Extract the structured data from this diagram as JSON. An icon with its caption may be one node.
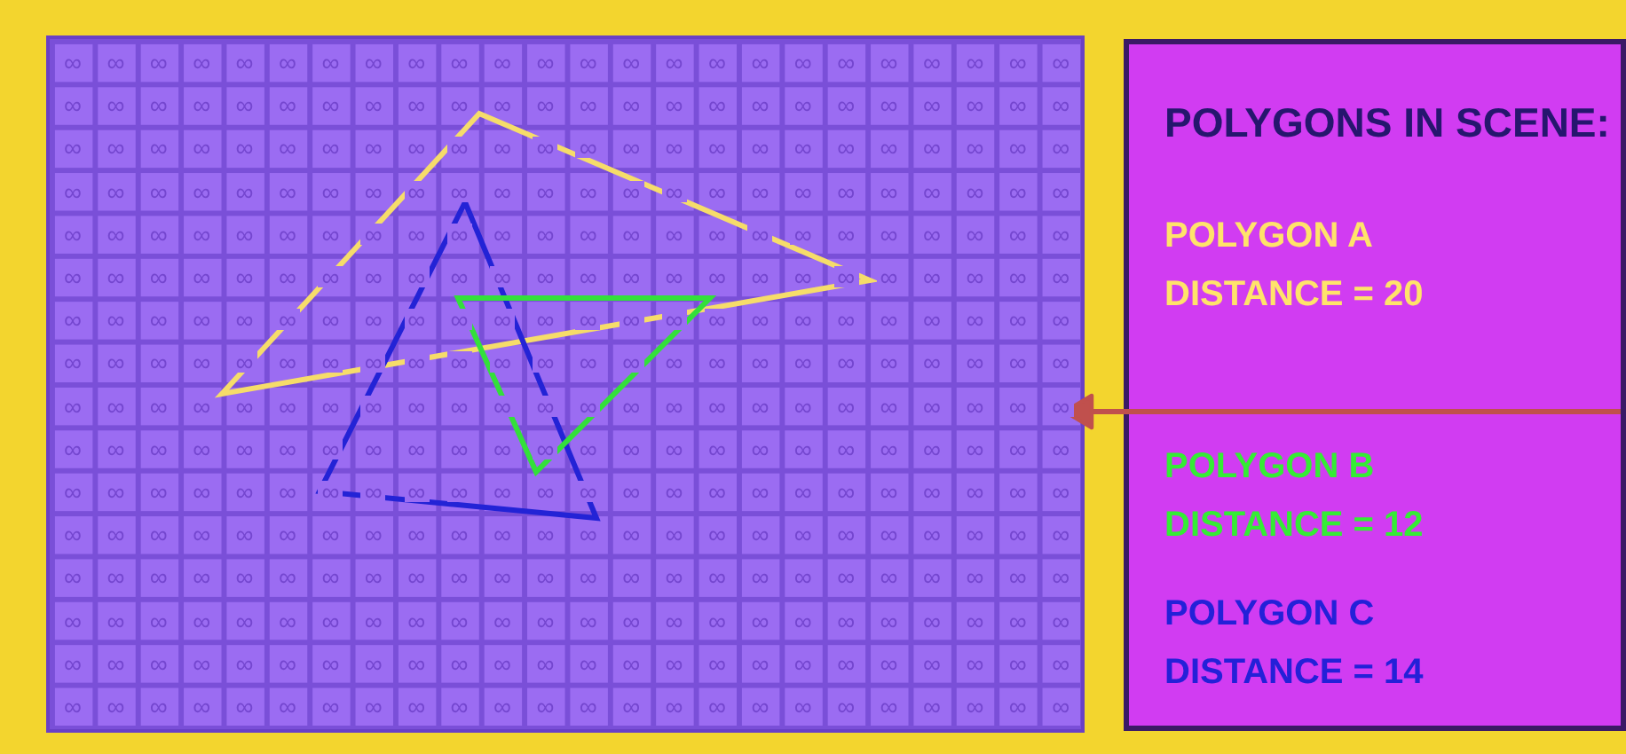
{
  "diagram": {
    "nodes": [
      {
        "text": [],
        "shape": "box"
      },
      {
        "text": [
          "POLYGONS IN SCENE:",
          "POLYGON A DISTANCE = 20",
          "POLYGON B DISTANCE = 12",
          "POLYGON C DISTANCE = 14"
        ]
      }
    ],
    "edges": [
      {
        "from": 1,
        "to": 0,
        "arrow": "to",
        "color": "#c0504d"
      }
    ],
    "labels": [
      "∞",
      "∞",
      "∞",
      "∞",
      "∞",
      "∞",
      "∞",
      "∞",
      "∞",
      "∞",
      "∞",
      "∞",
      "∞",
      "∞",
      "∞",
      "∞",
      "∞",
      "∞",
      "∞",
      "∞",
      "∞",
      "∞",
      "∞",
      "∞",
      "∞",
      "∞",
      "∞",
      "∞",
      "∞",
      "∞",
      "∞",
      "∞",
      "∞",
      "∞",
      "∞",
      "∞",
      "∞",
      "∞",
      "∞",
      "∞",
      "∞",
      "∞",
      "∞",
      "∞",
      "∞",
      "∞",
      "∞",
      "∞",
      "∞",
      "∞",
      "∞",
      "∞",
      "∞",
      "∞",
      "∞",
      "∞",
      "∞",
      "∞",
      "∞",
      "∞",
      "∞",
      "∞",
      "∞",
      "∞",
      "∞",
      "∞",
      "∞",
      "∞",
      "∞",
      "∞",
      "∞",
      "∞",
      "∞",
      "∞",
      "∞",
      "∞",
      "∞",
      "∞",
      "∞",
      "∞",
      "∞",
      "∞",
      "∞",
      "∞",
      "∞",
      "∞",
      "∞",
      "∞",
      "∞",
      "∞",
      "∞",
      "∞",
      "∞",
      "∞",
      "∞",
      "∞",
      "∞",
      "∞",
      "∞",
      "∞",
      "∞",
      "∞",
      "∞",
      "∞",
      "∞",
      "∞",
      "∞",
      "∞",
      "∞",
      "∞",
      "∞",
      "∞",
      "∞",
      "∞",
      "∞",
      "∞",
      "∞",
      "∞",
      "∞",
      "∞",
      "∞",
      "∞",
      "∞",
      "∞",
      "∞",
      "∞",
      "∞",
      "∞",
      "∞",
      "∞",
      "∞",
      "∞",
      "∞",
      "∞",
      "∞",
      "∞",
      "∞",
      "∞",
      "∞",
      "∞",
      "∞",
      "∞",
      "∞",
      "∞",
      "∞",
      "∞",
      "∞",
      "∞",
      "∞",
      "∞",
      "∞",
      "∞",
      "∞",
      "∞",
      "∞",
      "∞",
      "∞",
      "∞",
      "∞",
      "∞",
      "∞",
      "∞",
      "∞",
      "∞",
      "∞",
      "∞",
      "∞",
      "∞",
      "∞",
      "∞",
      "∞",
      "∞",
      "∞",
      "∞",
      "∞",
      "∞",
      "∞",
      "∞",
      "∞",
      "∞",
      "∞",
      "∞",
      "∞",
      "∞",
      "∞",
      "∞",
      "∞",
      "∞",
      "∞",
      "∞",
      "∞",
      "∞",
      "∞",
      "∞",
      "∞",
      "∞",
      "∞",
      "∞",
      "∞",
      "∞",
      "∞",
      "∞",
      "∞",
      "∞",
      "∞",
      "∞",
      "∞",
      "∞",
      "∞",
      "∞",
      "∞",
      "∞",
      "∞",
      "∞",
      "∞",
      "∞",
      "∞",
      "∞",
      "∞",
      "∞",
      "∞",
      "∞",
      "∞",
      "∞",
      "∞",
      "∞",
      "∞",
      "∞",
      "∞",
      "∞",
      "∞",
      "∞",
      "∞",
      "∞",
      "∞",
      "∞",
      "∞",
      "∞",
      "∞",
      "∞",
      "∞",
      "∞",
      "∞",
      "∞",
      "∞",
      "∞",
      "∞",
      "∞",
      "∞",
      "∞",
      "∞",
      "∞",
      "∞",
      "∞",
      "∞",
      "∞",
      "∞",
      "∞",
      "∞",
      "∞",
      "∞",
      "∞",
      "∞",
      "∞",
      "∞",
      "∞",
      "∞",
      "∞",
      "∞",
      "∞",
      "∞",
      "∞",
      "∞",
      "∞",
      "∞",
      "∞",
      "∞",
      "∞",
      "∞",
      "∞",
      "∞",
      "∞",
      "∞",
      "∞",
      "∞",
      "∞",
      "∞",
      "∞",
      "∞",
      "∞",
      "∞",
      "∞",
      "∞",
      "∞",
      "∞",
      "∞",
      "∞",
      "∞",
      "∞",
      "∞",
      "∞",
      "∞",
      "∞",
      "∞",
      "∞",
      "∞",
      "∞",
      "∞",
      "∞",
      "∞",
      "∞",
      "∞",
      "∞",
      "∞",
      "∞",
      "∞",
      "∞",
      "∞",
      "∞",
      "∞",
      "∞",
      "∞",
      "∞",
      "∞",
      "∞",
      "∞",
      "∞",
      "∞",
      "∞",
      "∞",
      "∞",
      "∞",
      "∞",
      "∞",
      "∞",
      "∞",
      "∞",
      "∞",
      "∞",
      "∞",
      "∞",
      "∞",
      "∞",
      "∞",
      "∞",
      "∞",
      "∞",
      "∞",
      "∞",
      "∞",
      "∞",
      "∞",
      "∞",
      "∞",
      "∞",
      "∞",
      "∞",
      "∞",
      "∞",
      "∞",
      "∞",
      "∞",
      "∞",
      "∞",
      "∞",
      "∞",
      "∞",
      "∞",
      "∞",
      "∞",
      "∞",
      "∞",
      "∞",
      "∞",
      "∞",
      "∞",
      "∞",
      "∞",
      "∞",
      "∞",
      "∞",
      "∞",
      "∞",
      "∞"
    ]
  }
}
